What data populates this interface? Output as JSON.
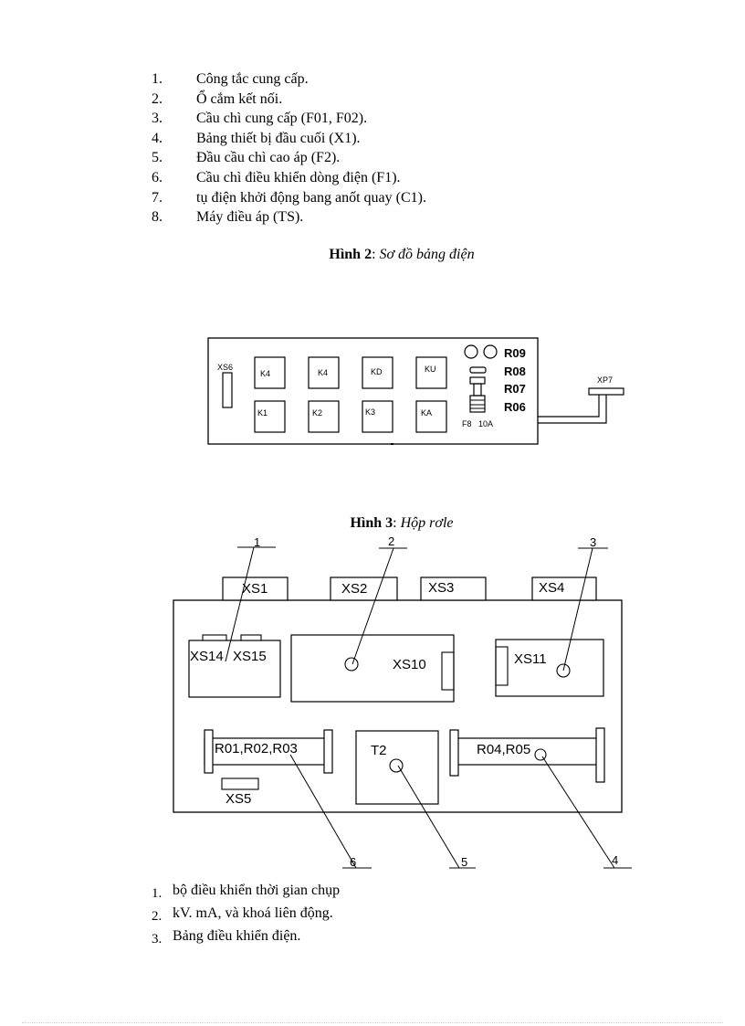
{
  "list_top": [
    {
      "num": "1.",
      "text": "Công tắc cung cấp."
    },
    {
      "num": "2.",
      "text": "Ổ cắm kết nối."
    },
    {
      "num": "3.",
      "text": "Cầu chì cung cấp (F01, F02)."
    },
    {
      "num": "4.",
      "text": "Bảng thiết bị đầu cuối (X1)."
    },
    {
      "num": "5.",
      "text": "Đầu cầu chì cao áp (F2)."
    },
    {
      "num": "6.",
      "text": "Cầu chì điều khiển  dòng điện (F1)."
    },
    {
      "num": "7.",
      "text": "tụ điện khởi động bang anốt quay (C1)."
    },
    {
      "num": "8.",
      "text": "Máy điều áp (TS)."
    }
  ],
  "figure2": {
    "caption_bold": "Hình 2",
    "caption_sep": ": ",
    "caption_italic": "Sơ đồ bảng điện",
    "labels": {
      "xs6": "XS6",
      "k4a": "K4",
      "k4b": "K4",
      "kd": "KD",
      "ku": "KU",
      "k1": "K1",
      "k2": "K2",
      "k3": "K3",
      "ka": "KA",
      "r09": "R09",
      "r08": "R08",
      "r07": "R07",
      "r06": "R06",
      "f8": "F8",
      "amp": "10A",
      "xp7": "XP7"
    }
  },
  "figure3": {
    "caption_bold": "Hình 3",
    "caption_sep": ": ",
    "caption_italic": "Hộp rơle",
    "labels": {
      "xs1": "XS1",
      "xs2": "XS2",
      "xs3": "XS3",
      "xs4": "XS4",
      "xs14": "XS14",
      "xs15": "XS15",
      "xs10": "XS10",
      "xs11": "XS11",
      "r010203": "R01,R02,R03",
      "t2": "T2",
      "r0405": "R04,R05",
      "xs5": "XS5",
      "c1": "1",
      "c2": "2",
      "c3": "3",
      "c4": "4",
      "c5": "5",
      "c6": "6"
    }
  },
  "list_bottom": [
    {
      "num": "1.",
      "text": "bộ điều khiển thời gian chụp"
    },
    {
      "num": "2.",
      "text": "kV. mA, và khoá liên  động."
    },
    {
      "num": "3.",
      "text": "Bảng điều khiển điện."
    }
  ]
}
